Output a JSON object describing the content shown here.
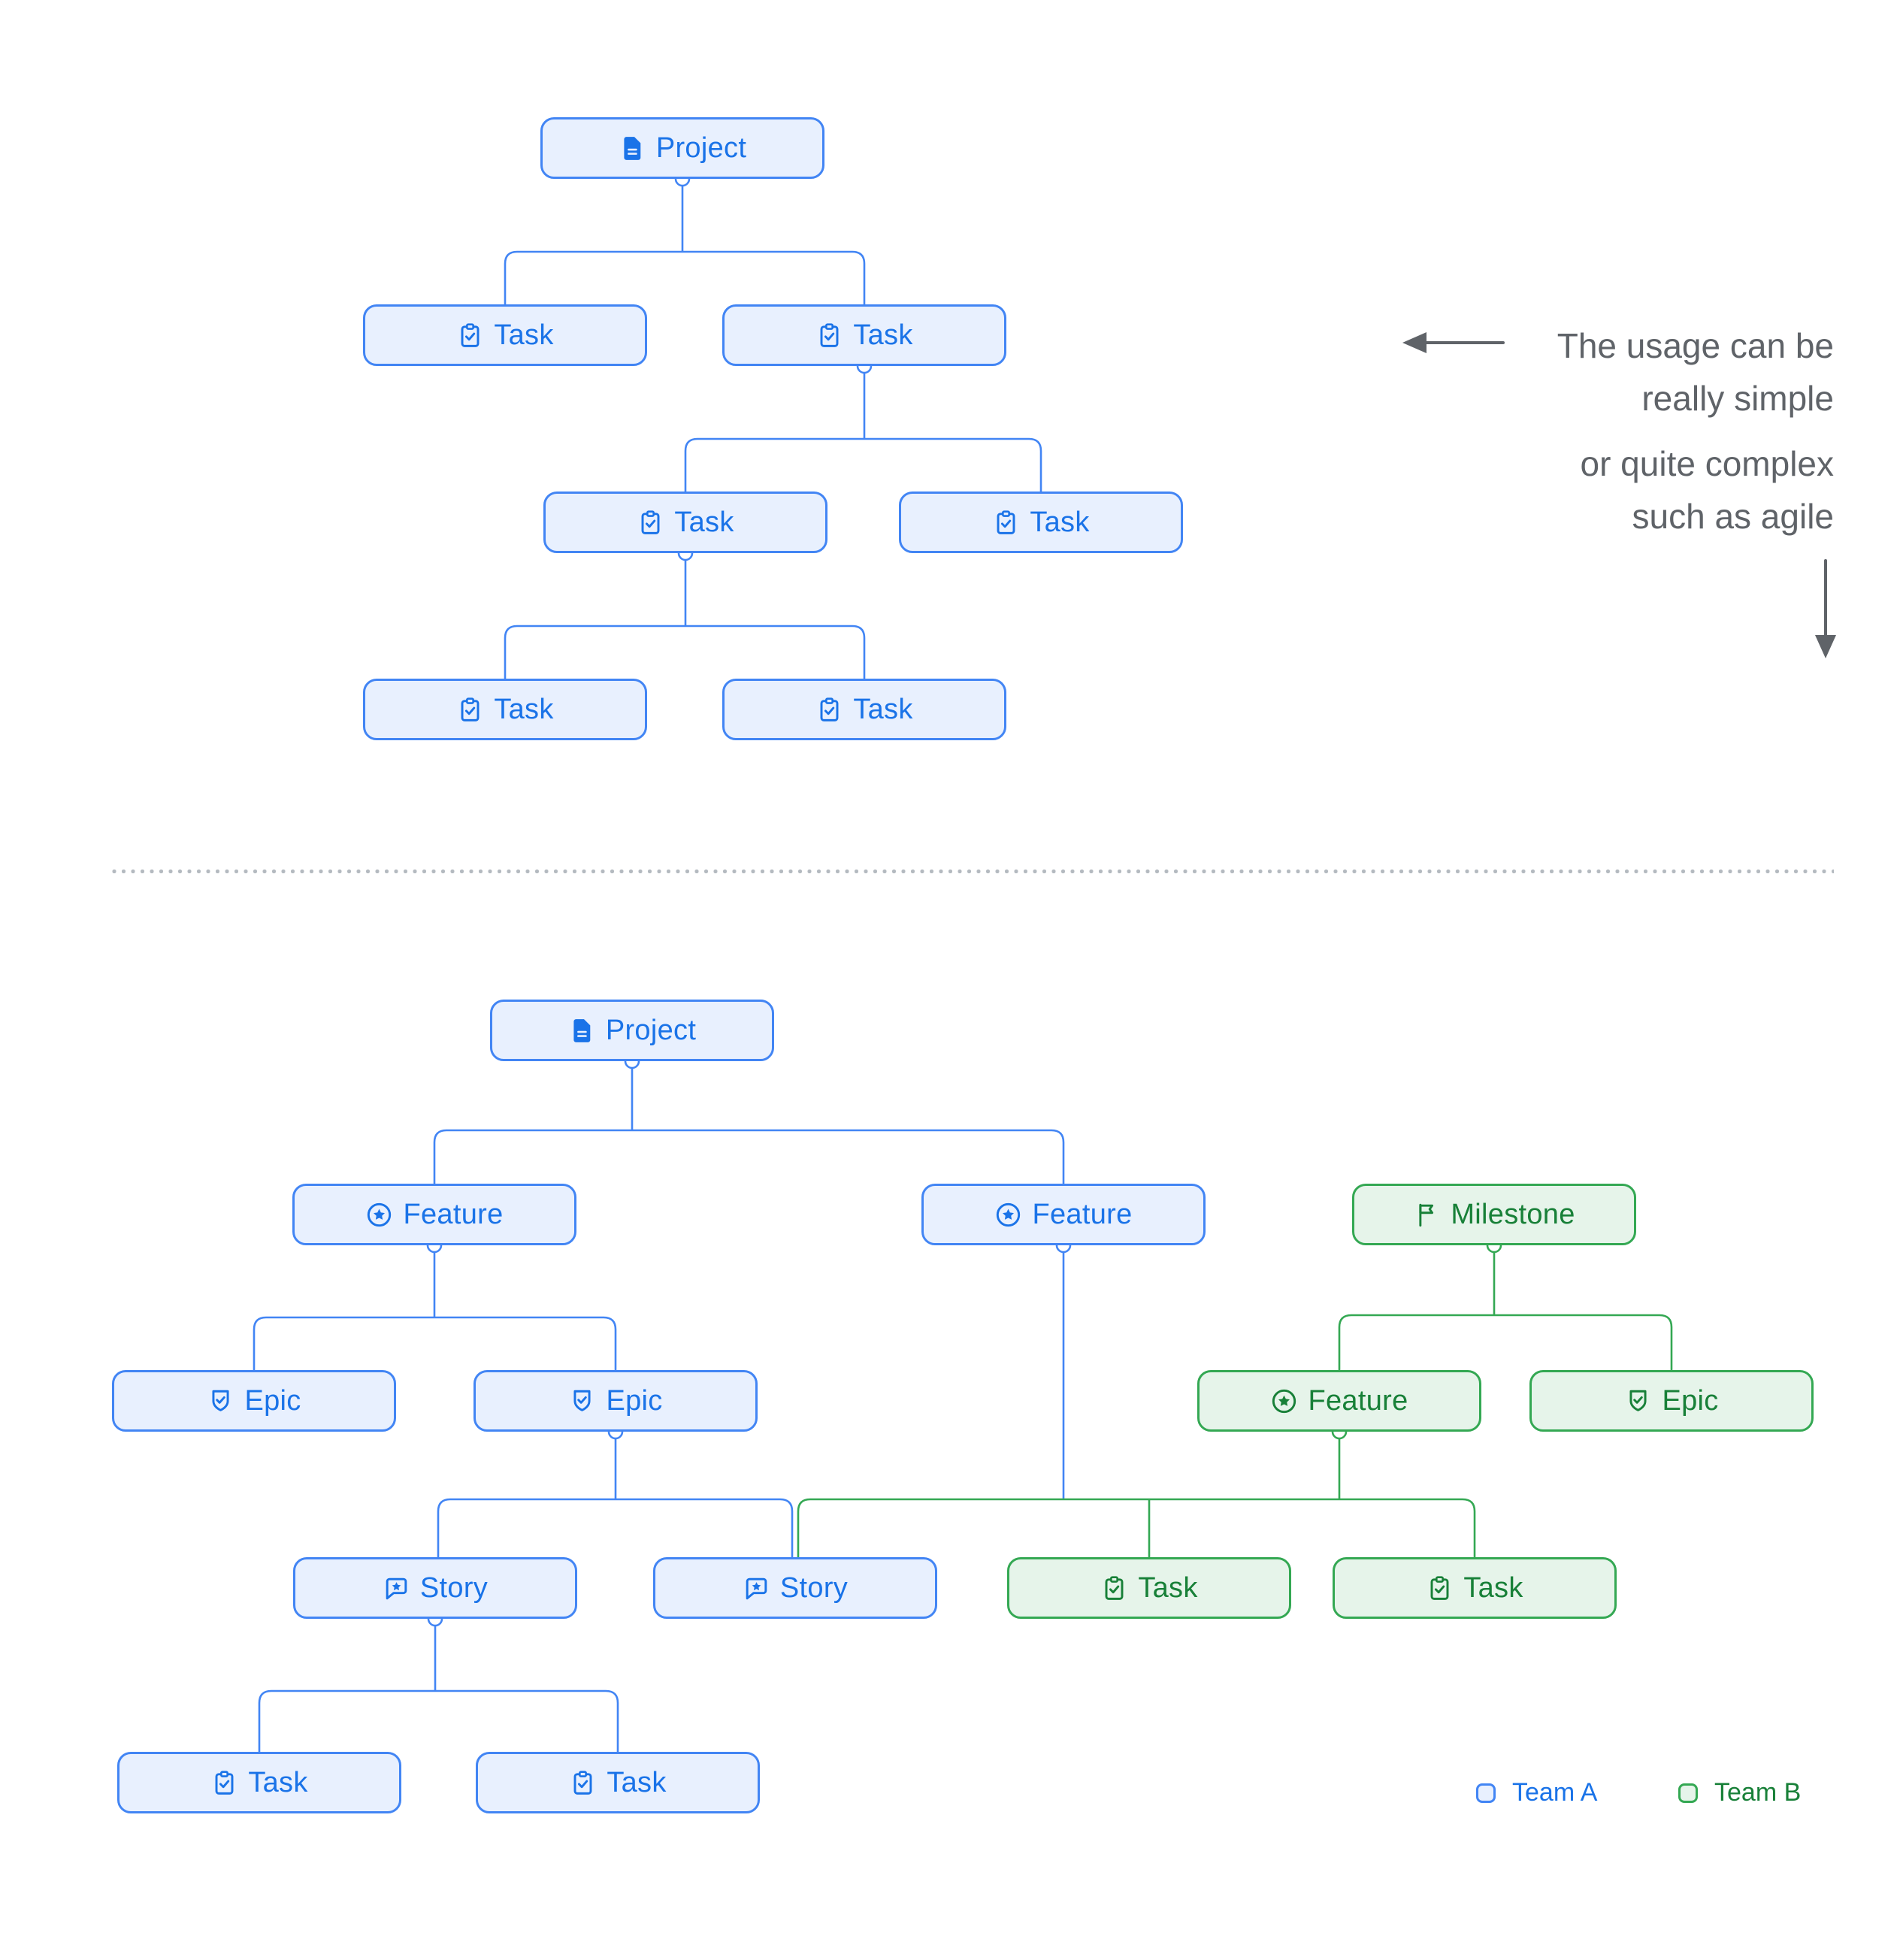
{
  "annotation": {
    "line1": "The usage can be",
    "line2": "really simple",
    "line3": "or quite complex",
    "line4": "such as agile",
    "text_color": "#5f6368"
  },
  "legend": {
    "team_a": {
      "label": "Team A",
      "text_color": "#1a73e8",
      "fill": "#e8f0fe",
      "border": "#4285f4"
    },
    "team_b": {
      "label": "Team B",
      "text_color": "#188038",
      "fill": "#e6f4ea",
      "border": "#34a853"
    }
  },
  "colors": {
    "team_a_line": "#4285f4",
    "team_a_fill": "#e8f0fe",
    "team_a_text": "#1a73e8",
    "team_b_line": "#34a853",
    "team_b_fill": "#e6f4ea",
    "team_b_text": "#188038",
    "annotation_gray": "#5f6368",
    "divider_dot": "#b4bac0"
  },
  "diagrams": {
    "simple": {
      "nodes": [
        {
          "label": "Project",
          "type": "project",
          "team": "A"
        },
        {
          "label": "Task",
          "type": "task",
          "team": "A"
        },
        {
          "label": "Task",
          "type": "task",
          "team": "A"
        },
        {
          "label": "Task",
          "type": "task",
          "team": "A"
        },
        {
          "label": "Task",
          "type": "task",
          "team": "A"
        },
        {
          "label": "Task",
          "type": "task",
          "team": "A"
        },
        {
          "label": "Task",
          "type": "task",
          "team": "A"
        }
      ],
      "edges": [
        [
          0,
          1
        ],
        [
          0,
          2
        ],
        [
          2,
          3
        ],
        [
          2,
          4
        ],
        [
          3,
          5
        ],
        [
          3,
          6
        ]
      ]
    },
    "complex": {
      "nodes": [
        {
          "label": "Project",
          "type": "project",
          "team": "A"
        },
        {
          "label": "Feature",
          "type": "feature",
          "team": "A"
        },
        {
          "label": "Feature",
          "type": "feature",
          "team": "A"
        },
        {
          "label": "Milestone",
          "type": "milestone",
          "team": "B"
        },
        {
          "label": "Epic",
          "type": "epic",
          "team": "A"
        },
        {
          "label": "Epic",
          "type": "epic",
          "team": "A"
        },
        {
          "label": "Feature",
          "type": "feature",
          "team": "B"
        },
        {
          "label": "Epic",
          "type": "epic",
          "team": "B"
        },
        {
          "label": "Story",
          "type": "story",
          "team": "A"
        },
        {
          "label": "Story",
          "type": "story",
          "team": "A"
        },
        {
          "label": "Task",
          "type": "task",
          "team": "B"
        },
        {
          "label": "Task",
          "type": "task",
          "team": "B"
        },
        {
          "label": "Task",
          "type": "task",
          "team": "A"
        },
        {
          "label": "Task",
          "type": "task",
          "team": "A"
        }
      ],
      "edges": [
        [
          0,
          1
        ],
        [
          0,
          2
        ],
        [
          1,
          4
        ],
        [
          1,
          5
        ],
        [
          3,
          6
        ],
        [
          3,
          7
        ],
        [
          5,
          8
        ],
        [
          5,
          9
        ],
        [
          2,
          9
        ],
        [
          2,
          10
        ],
        [
          2,
          11
        ],
        [
          6,
          9
        ],
        [
          6,
          10
        ],
        [
          6,
          11
        ],
        [
          8,
          12
        ],
        [
          8,
          13
        ]
      ]
    }
  }
}
